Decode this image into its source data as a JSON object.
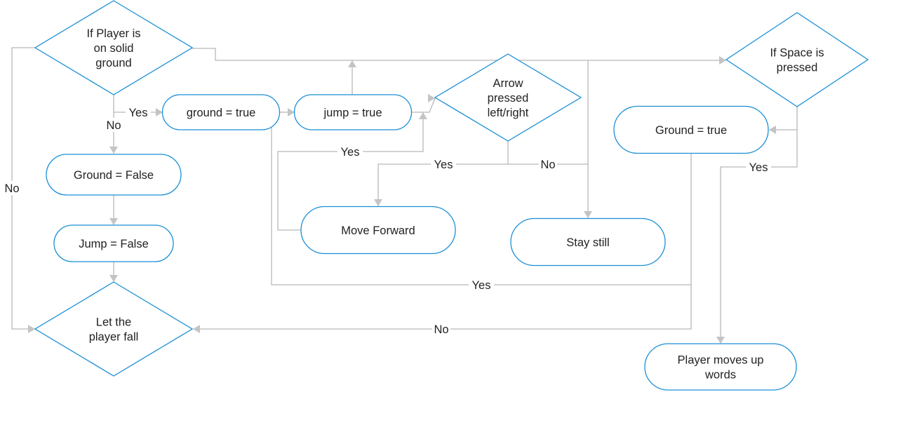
{
  "nodes": {
    "if_ground": [
      "If Player is",
      "on solid",
      "ground"
    ],
    "ground_true": [
      "ground = true"
    ],
    "jump_true": [
      "jump = true"
    ],
    "arrow_pressed": [
      "Arrow",
      "pressed",
      "left/right"
    ],
    "if_space": [
      "If Space is",
      "pressed"
    ],
    "ground_true_right": [
      "Ground = true"
    ],
    "ground_false": [
      "Ground = False"
    ],
    "jump_false": [
      "Jump = False"
    ],
    "move_forward": [
      "Move Forward"
    ],
    "stay_still": [
      "Stay still"
    ],
    "let_fall": [
      "Let the",
      "player fall"
    ],
    "moves_up": [
      "Player moves up",
      "words"
    ]
  },
  "edge_labels": {
    "yes_ground": "Yes",
    "no_ground": "No",
    "no_left": "No",
    "yes_move_back": "Yes",
    "yes_arrow": "Yes",
    "no_arrow": "No",
    "yes_space": "Yes",
    "yes_bottom": "Yes",
    "no_bottom": "No"
  },
  "colors": {
    "node_border": "#1a8fd6",
    "edge": "#b8b8b8",
    "text": "#222222"
  }
}
